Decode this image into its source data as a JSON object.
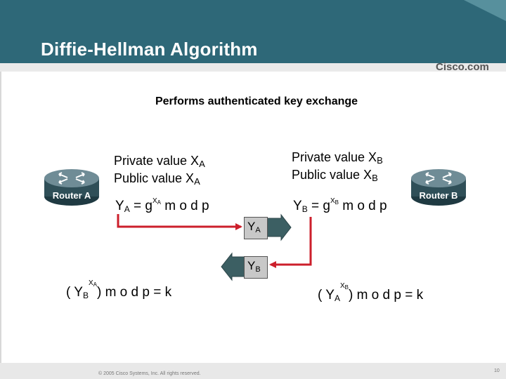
{
  "title": "Diffie-Hellman Algorithm",
  "logo": "Cisco.com",
  "subtitle": "Performs authenticated key exchange",
  "footer": {
    "copyright": "© 2005 Cisco Systems, Inc. All rights reserved.",
    "page": "10"
  },
  "router_a": {
    "label": "Router A",
    "private": {
      "text": "Private value X",
      "sub": "A"
    },
    "public": {
      "text": "Public value X",
      "sub": "A"
    },
    "send_formula": {
      "lhs": "Y",
      "lhs_sub": "A",
      "eq": " = g",
      "exp": "X",
      "exp_sub": "A",
      "tail": " m o d   p"
    },
    "key_formula": {
      "open": "( Y",
      "base_sub": "B",
      "exp": "X",
      "exp_sub": "A",
      "tail": ") m o d   p   =   k"
    }
  },
  "router_b": {
    "label": "Router B",
    "private": {
      "text": "Private value X",
      "sub": "B"
    },
    "public": {
      "text": "Public value X",
      "sub": "B"
    },
    "send_formula": {
      "lhs": "Y",
      "lhs_sub": "B",
      "eq": " = g",
      "exp": "X",
      "exp_sub": "B",
      "tail": " m o d   p"
    },
    "key_formula": {
      "open": "( Y",
      "base_sub": "A",
      "exp": "X",
      "exp_sub": "B",
      "tail": ") m o d   p   =   k"
    }
  },
  "packets": [
    {
      "text": "Y",
      "sub": "A"
    },
    {
      "text": "Y",
      "sub": "B"
    }
  ],
  "colors": {
    "header": "#2e6878",
    "arrow_red": "#cc1f2b",
    "packet_gray": "#c8c8c8",
    "router_dark": "#2f4f58"
  }
}
